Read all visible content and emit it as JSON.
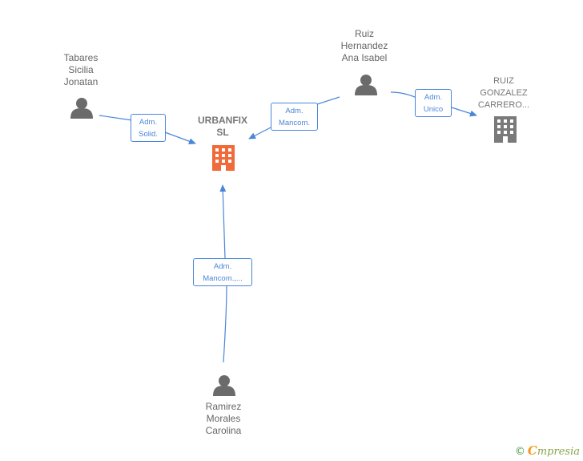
{
  "colors": {
    "edge": "#4a86d8",
    "person_icon": "#6b6b6b",
    "main_company": "#f06a3a",
    "other_company": "#7a7a7a",
    "brand_green": "#4a9a48",
    "brand_orange": "#f29a1f"
  },
  "nodes": {
    "main_company": {
      "lines": [
        "URBANFIX",
        "SL"
      ],
      "icon": "building-icon"
    },
    "company_ruiz": {
      "lines": [
        "RUIZ",
        "GONZALEZ",
        "CARRERO..."
      ],
      "icon": "building-icon"
    },
    "person_tabares": {
      "lines": [
        "Tabares",
        "Sicilia",
        "Jonatan"
      ],
      "icon": "person-icon"
    },
    "person_ruiz": {
      "lines": [
        "Ruiz",
        "Hernandez",
        "Ana Isabel"
      ],
      "icon": "person-icon"
    },
    "person_ramirez": {
      "lines": [
        "Ramirez",
        "Morales",
        "Carolina"
      ],
      "icon": "person-icon"
    }
  },
  "edges": {
    "tabares_to_main": {
      "lines": [
        "Adm.",
        "Solid."
      ]
    },
    "ruiz_to_main": {
      "lines": [
        "Adm.",
        "Mancom."
      ]
    },
    "ruiz_to_company": {
      "lines": [
        "Adm.",
        "Unico"
      ]
    },
    "ramirez_to_main": {
      "lines": [
        "Adm.",
        "Mancom.,..."
      ]
    }
  },
  "footer": {
    "copyright": "©",
    "brand_initial": "C",
    "brand_rest": "mpresia"
  }
}
